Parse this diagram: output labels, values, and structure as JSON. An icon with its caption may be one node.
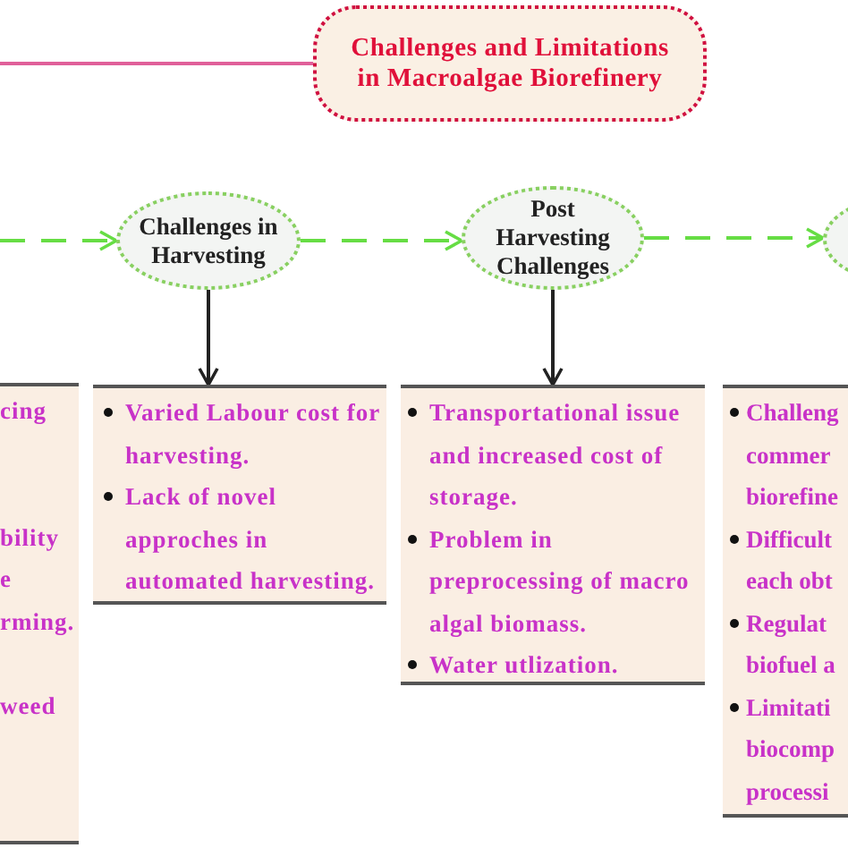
{
  "diagram": {
    "nodes": [
      {
        "text": [
          "Challenges and Limitations in Macroalgae Biorefinery"
        ]
      },
      {
        "text": [
          "Challenges in Harvesting"
        ]
      },
      {
        "text": [
          "Post Harvesting Challenges"
        ]
      },
      {
        "text": [],
        "shape": "circle"
      },
      {
        "text": [
          "cing",
          "bility",
          "e",
          "rming.",
          "weed"
        ]
      },
      {
        "text": [
          "Varied Labour cost for harvesting.",
          "Lack of novel approches in automated harvesting."
        ]
      },
      {
        "text": [
          "Transportational issue and increased cost of storage.",
          "Problem in preprocessing of macro algal biomass.",
          "Water utlization."
        ]
      },
      {
        "text": [
          "Challeng",
          "commer",
          "biorefine",
          "Difficult",
          "each obt",
          "Regulat",
          "biofuel a",
          "Limitati",
          "biocomp",
          "processi"
        ]
      }
    ],
    "edges": [
      {
        "from": null,
        "to": 0,
        "arrow": "none",
        "color": "#e0609a"
      },
      {
        "from": null,
        "to": 1,
        "arrow": "to",
        "style": "dashed"
      },
      {
        "from": 1,
        "to": 2,
        "arrow": "to",
        "style": "dashed"
      },
      {
        "from": 2,
        "to": 3,
        "arrow": "to",
        "style": "dashed"
      },
      {
        "from": 1,
        "to": 5,
        "arrow": "to",
        "color": "#222222"
      },
      {
        "from": 2,
        "to": 6,
        "arrow": "to",
        "color": "#222222"
      }
    ]
  }
}
